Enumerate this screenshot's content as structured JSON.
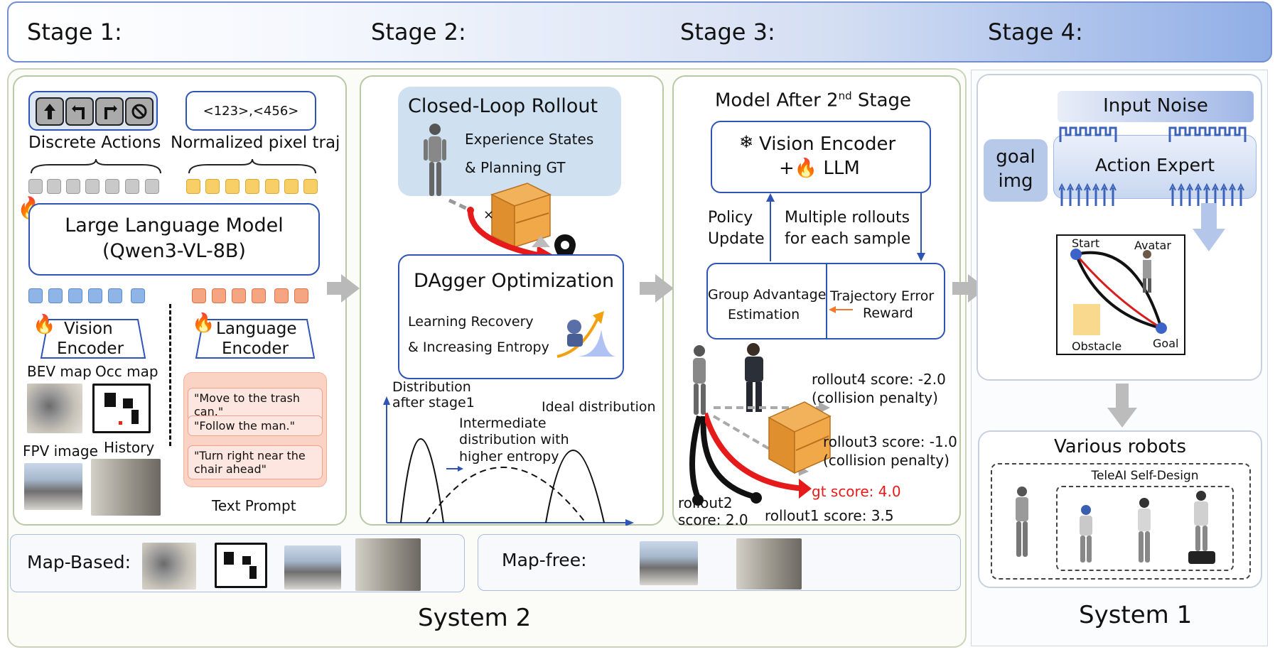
{
  "stages": [
    "Stage 1:",
    "Stage 2:",
    "Stage 3:",
    "Stage 4:"
  ],
  "system2_label": "System 2",
  "system1_label": "System 1",
  "stage1": {
    "action_icons": [
      "up-arrow-icon",
      "turn-left-icon",
      "turn-right-icon",
      "stop-icon"
    ],
    "discrete_actions": "Discrete Actions",
    "pixel_traj_box": "<123>,<456>",
    "pixel_traj_label": "Normalized pixel traj",
    "llm_line1": "Large Language Model",
    "llm_line2": "(Qwen3-VL-8B)",
    "vision_encoder_1": "Vision",
    "vision_encoder_2": "Encoder",
    "language_encoder_1": "Language",
    "language_encoder_2": "Encoder",
    "bev_map": "BEV map",
    "occ_map": "Occ map",
    "fpv_image": "FPV image",
    "history": "History",
    "prompts": [
      "\"Move to the trash can.\"",
      "\"Follow the man.\"",
      "\"Turn right near the chair ahead\""
    ],
    "text_prompt": "Text Prompt"
  },
  "stage2": {
    "rollout_title": "Closed-Loop Rollout",
    "experience_1": "Experience States",
    "experience_2": "& Planning GT",
    "dagger": "DAgger Optimization",
    "learning_1": "Learning Recovery",
    "learning_2": "& Increasing Entropy",
    "dist1_1": "Distribution",
    "dist1_2": "after stage1",
    "ideal": "Ideal distribution",
    "inter_1": "Intermediate",
    "inter_2": "distribution with",
    "inter_3": "higher entropy"
  },
  "stage3": {
    "title": "Model After 2",
    "title_sup": "nd",
    "title_end": " Stage",
    "vision_encoder": "Vision Encoder",
    "llm": "+🔥 LLM",
    "policy_1": "Policy",
    "policy_2": "Update",
    "multi_1": "Multiple rollouts",
    "multi_2": "for each sample",
    "gae_1": "Group Advantage",
    "gae_2": "Estimation",
    "ter_1": "Trajectory Error",
    "ter_2": "Reward",
    "r4_1": "rollout4 score: -2.0",
    "r4_2": "(collision penalty)",
    "r3_1": "rollout3 score: -1.0",
    "r3_2": "(collision penalty)",
    "gt": "gt score: 4.0",
    "r2_1": "rollout2",
    "r2_2": "score: 2.0",
    "r1": "rollout1 score: 3.5"
  },
  "stage4": {
    "input_noise": "Input Noise",
    "goal_1": "goal",
    "goal_2": "img",
    "action_expert": "Action Expert",
    "start": "Start",
    "avatar": "Avatar",
    "obstacle": "Obstacle",
    "goal": "Goal",
    "various": "Various robots",
    "teleai": "TeleAI Self-Design"
  },
  "bottom": {
    "map_based": "Map-Based:",
    "map_free": "Map-free:"
  },
  "colors": {
    "accent_blue": "#2e55b6",
    "header_blue": "#90aee6",
    "fire": "#f26a1b",
    "red_path": "#e51b1b",
    "gt_red": "#e81a1a"
  }
}
